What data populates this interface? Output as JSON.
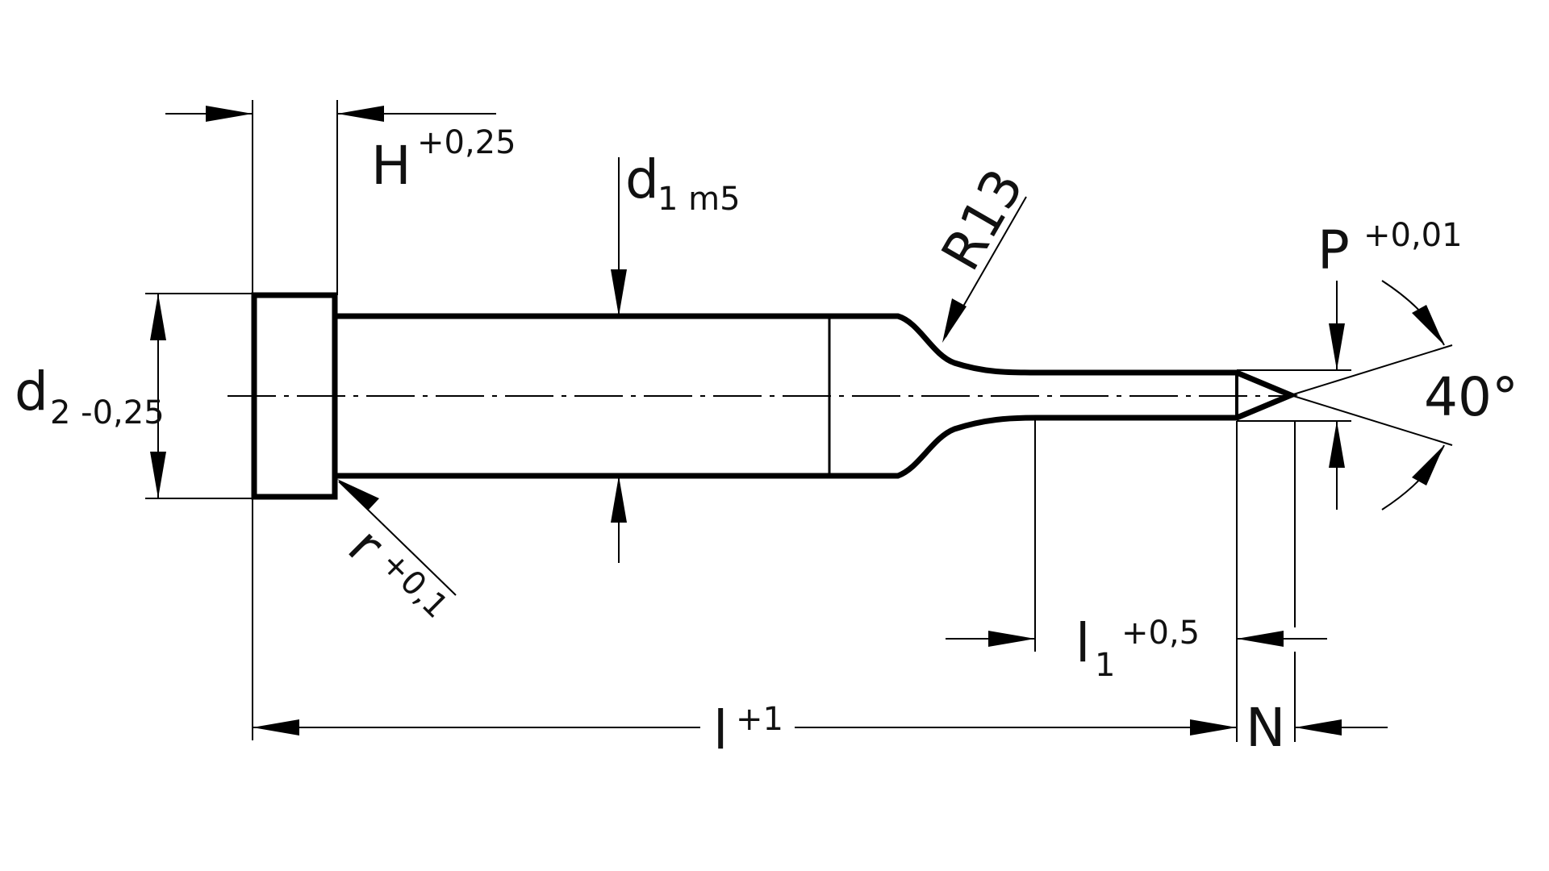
{
  "diagram": {
    "labels": {
      "H": {
        "main": "H",
        "tol": "+0,25"
      },
      "d1": {
        "main": "d",
        "sub": "1 m5"
      },
      "R": {
        "main": "R13"
      },
      "P": {
        "main": "P",
        "tol": "+0,01"
      },
      "angle": {
        "main": "40°"
      },
      "d2": {
        "main": "d",
        "sub": "2 -0,25"
      },
      "r": {
        "main": "r",
        "tol": "+0,1"
      },
      "l1": {
        "main": "l",
        "sub": "1",
        "tol": "+0,5"
      },
      "l": {
        "main": "l",
        "tol": "+1"
      },
      "N": {
        "main": "N"
      }
    },
    "colors": {
      "line": "#000000",
      "shade_dark": "#8f8f8f",
      "shade_light": "#ffffff"
    }
  }
}
